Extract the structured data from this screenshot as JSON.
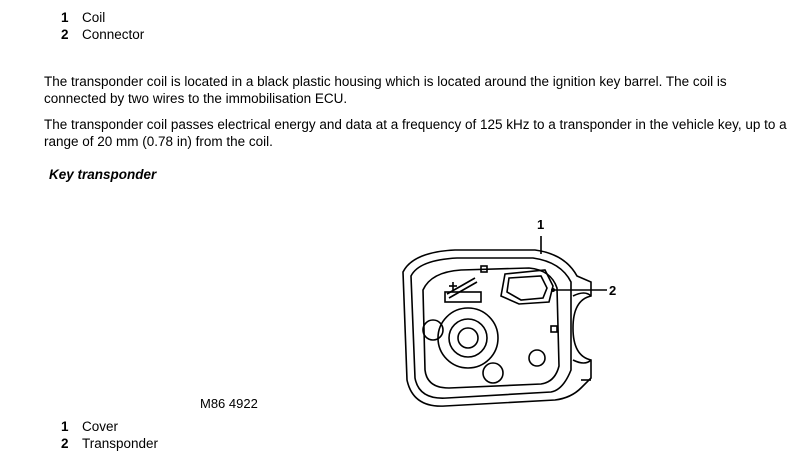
{
  "legend_top": [
    {
      "num": "1",
      "label": "Coil"
    },
    {
      "num": "2",
      "label": "Connector"
    }
  ],
  "paragraph_1": "The transponder coil is located in a black plastic housing which is located around the ignition key barrel. The coil is connected by two wires to the immobilisation ECU.",
  "paragraph_2": "The transponder coil passes electrical energy and data at a frequency of 125 kHz to a transponder in the vehicle key, up to a range of 20 mm (0.78 in) from the coil.",
  "section_heading": "Key transponder",
  "figure": {
    "reference": "M86 4922",
    "callout_1": "1",
    "callout_2": "2"
  },
  "legend_bottom": [
    {
      "num": "1",
      "label": "Cover"
    },
    {
      "num": "2",
      "label": "Transponder"
    }
  ]
}
